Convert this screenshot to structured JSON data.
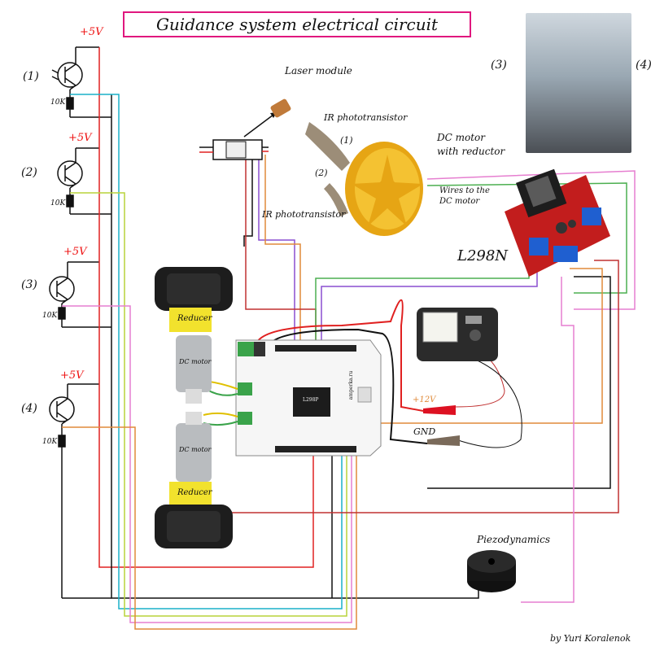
{
  "title": "Guidance system electrical circuit",
  "author": "by Yuri Koralenok",
  "sensors": [
    {
      "index": "(1)",
      "voltage": "+5V",
      "resistor": "10K"
    },
    {
      "index": "(2)",
      "voltage": "+5V",
      "resistor": "10K"
    },
    {
      "index": "(3)",
      "voltage": "+5V",
      "resistor": "10K"
    },
    {
      "index": "(4)",
      "voltage": "+5V",
      "resistor": "10K"
    }
  ],
  "labels": {
    "laser_module": "Laser module",
    "ir_photo_1": "IR phototransistor",
    "ir_photo_1_idx": "(1)",
    "ir_photo_2": "IR phototransistor",
    "ir_photo_2_idx": "(2)",
    "dc_motor_reductor_1": "DC motor",
    "dc_motor_reductor_2": "with reductor",
    "wires_dc_1": "Wires to the",
    "wires_dc_2": "DC motor",
    "l298n": "L298N",
    "plus12v": "+12V",
    "gnd": "GND",
    "piezo": "Piezodynamics",
    "reducer_top": "Reducer",
    "reducer_bottom": "Reducer",
    "dc_motor_top": "DC motor",
    "dc_motor_bottom": "DC motor",
    "photo_left": "(3)",
    "photo_right": "(4)",
    "board_chip": "L298P",
    "board_brand": "amperka.ru"
  },
  "colors": {
    "title_border": "#e0177e",
    "wire_red": "#e02020",
    "wire_black": "#111111",
    "wire_cyan": "#1ab0c8",
    "wire_yellowgreen": "#b8d43a",
    "wire_pink": "#e67fd0",
    "wire_orange": "#e08a3a",
    "wire_purple": "#8a4fd0",
    "wire_green": "#4caf50",
    "wire_maroon": "#c03030"
  }
}
